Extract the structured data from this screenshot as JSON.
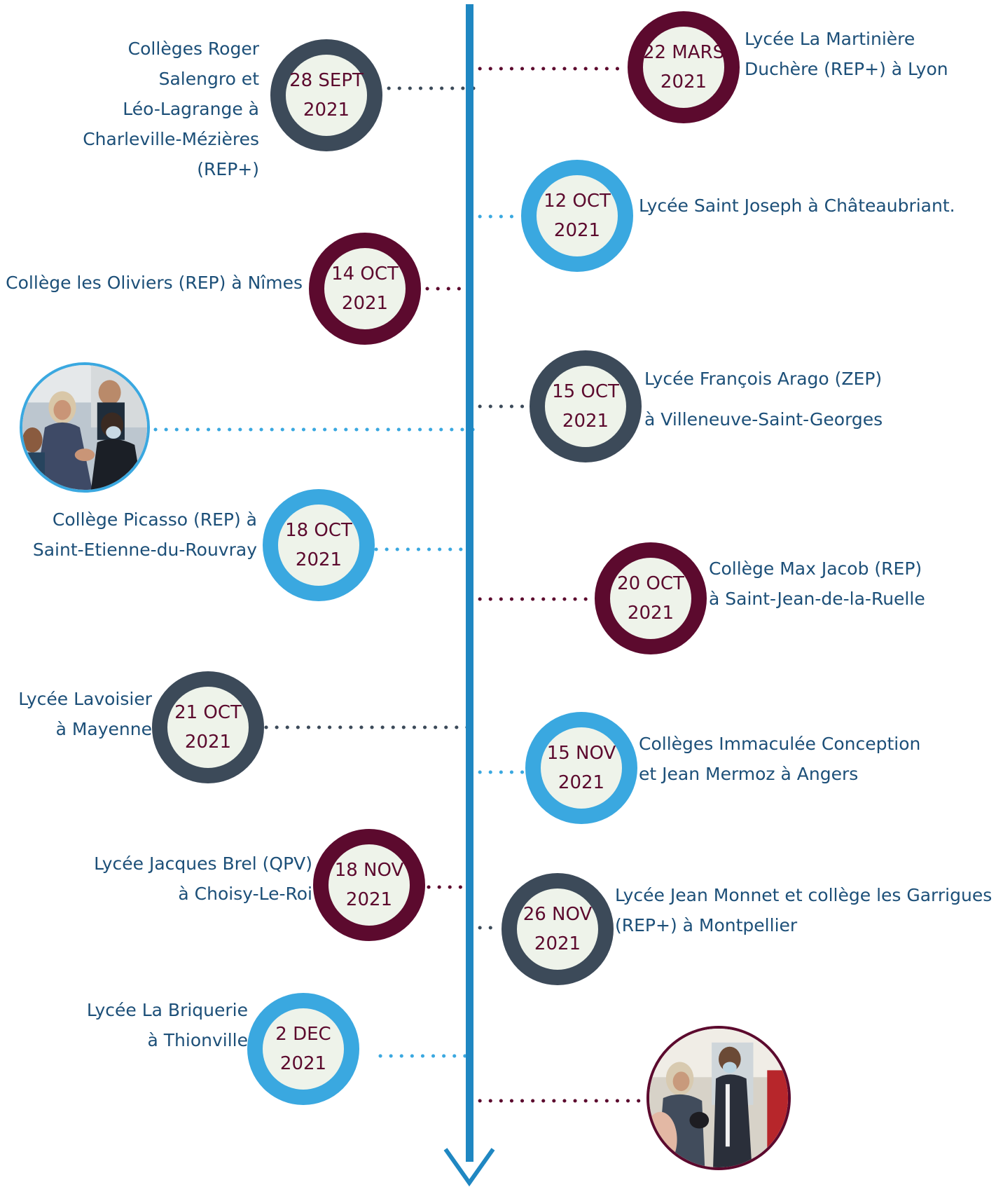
{
  "colors": {
    "axis": "#1f87c2",
    "light_blue": "#3aa8e0",
    "dark_slate": "#3c4a59",
    "burgundy": "#5c0a2e",
    "circle_fill": "#eef3ea",
    "label_text": "#1c4f78"
  },
  "events": [
    {
      "id": "charleville",
      "date": "28 SEPT",
      "year": "2021",
      "color": "dark_slate",
      "side": "left",
      "label_lines": [
        "Collèges Roger",
        "Salengro et",
        "Léo-Lagrange à",
        "Charleville-Mézières",
        "(REP+)"
      ]
    },
    {
      "id": "lyon",
      "date": "22 MARS",
      "year": "2021",
      "color": "burgundy",
      "side": "right",
      "label_lines": [
        "Lycée La Martinière",
        "Duchère (REP+) à Lyon"
      ]
    },
    {
      "id": "chateaubriant",
      "date": "12 OCT",
      "year": "2021",
      "color": "light_blue",
      "side": "right",
      "label_lines": [
        "Lycée Saint Joseph à Châteaubriant."
      ]
    },
    {
      "id": "nimes",
      "date": "14 OCT",
      "year": "2021",
      "color": "burgundy",
      "side": "left",
      "label_lines": [
        "Collège les Oliviers (REP) à Nîmes"
      ]
    },
    {
      "id": "villeneuve",
      "date": "15 OCT",
      "year": "2021",
      "color": "dark_slate",
      "side": "right",
      "label_lines": [
        "Lycée François Arago (ZEP)",
        "à Villeneuve-Saint-Georges"
      ]
    },
    {
      "id": "rouvray",
      "date": "18 OCT",
      "year": "2021",
      "color": "light_blue",
      "side": "left",
      "label_lines": [
        "Collège Picasso (REP) à",
        "Saint-Etienne-du-Rouvray"
      ]
    },
    {
      "id": "ruelle",
      "date": "20 OCT",
      "year": "2021",
      "color": "burgundy",
      "side": "right",
      "label_lines": [
        "Collège Max Jacob (REP)",
        "à Saint-Jean-de-la-Ruelle"
      ]
    },
    {
      "id": "mayenne",
      "date": "21 OCT",
      "year": "2021",
      "color": "dark_slate",
      "side": "left",
      "label_lines": [
        "Lycée Lavoisier",
        "à Mayenne"
      ]
    },
    {
      "id": "angers",
      "date": "15 NOV",
      "year": "2021",
      "color": "light_blue",
      "side": "right",
      "label_lines": [
        "Collèges Immaculée Conception",
        "et Jean Mermoz à Angers"
      ]
    },
    {
      "id": "choisy",
      "date": "18 NOV",
      "year": "2021",
      "color": "burgundy",
      "side": "left",
      "label_lines": [
        "Lycée Jacques Brel (QPV)",
        "à Choisy-Le-Roi"
      ]
    },
    {
      "id": "montpellier",
      "date": "26 NOV",
      "year": "2021",
      "color": "dark_slate",
      "side": "right",
      "label_lines": [
        "Lycée Jean Monnet et collège les Garrigues",
        "(REP+) à Montpellier"
      ]
    },
    {
      "id": "thionville",
      "date": "2 DEC",
      "year": "2021",
      "color": "light_blue",
      "side": "left",
      "label_lines": [
        "Lycée La Briquerie",
        "à Thionville"
      ]
    }
  ],
  "photos": [
    {
      "id": "photo-top",
      "ring_color": "light_blue"
    },
    {
      "id": "photo-bottom",
      "ring_color": "burgundy"
    }
  ]
}
